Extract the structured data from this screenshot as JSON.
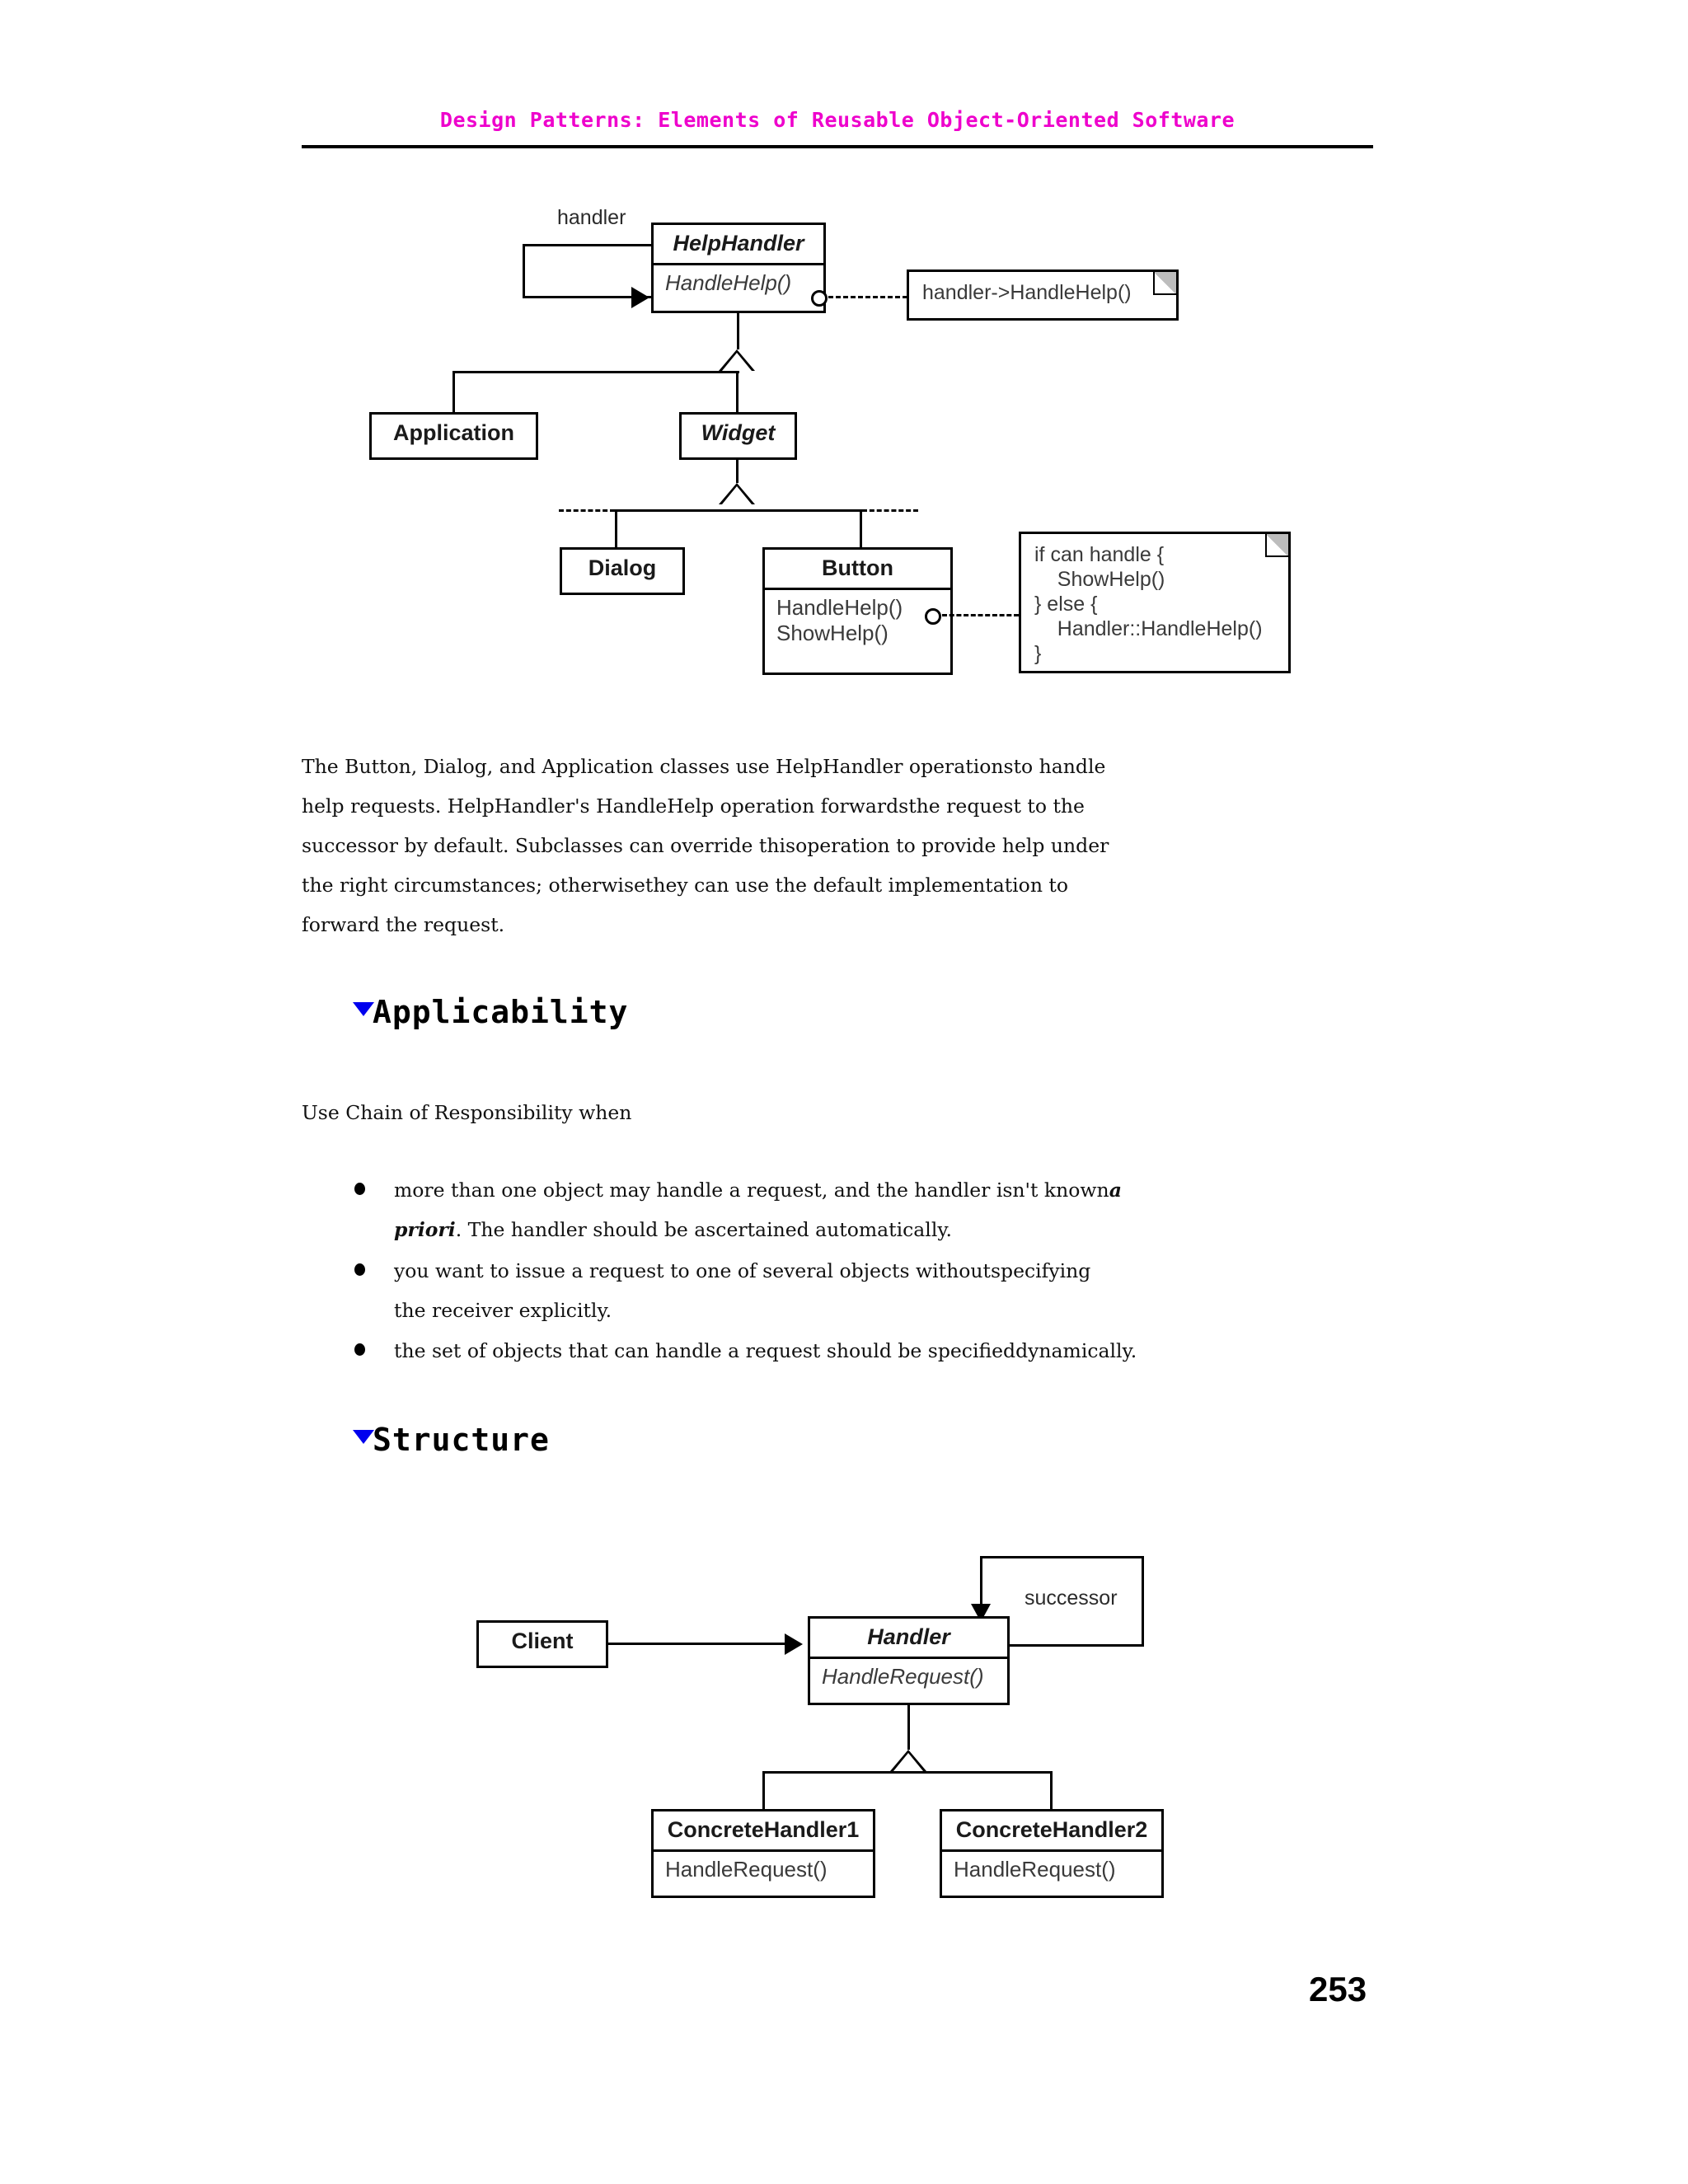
{
  "header": {
    "title": "Design Patterns: Elements of Reusable Object-Oriented Software"
  },
  "diagram_help": {
    "association_label": "handler",
    "classes": {
      "helphandler": {
        "name": "HelpHandler",
        "operations": [
          "HandleHelp()"
        ]
      },
      "application": {
        "name": "Application"
      },
      "widget": {
        "name": "Widget"
      },
      "dialog": {
        "name": "Dialog"
      },
      "button": {
        "name": "Button",
        "operations": [
          "HandleHelp()",
          "ShowHelp()"
        ]
      }
    },
    "notes": {
      "forward": [
        "handler->HandleHelp()"
      ],
      "button_code": [
        "if can handle {",
        "    ShowHelp()",
        "} else {",
        "    Handler::HandleHelp()",
        "}"
      ]
    }
  },
  "body": {
    "paragraph_lines": [
      "The Button, Dialog, and Application classes use HelpHandler operationsto handle",
      "help requests. HelpHandler's HandleHelp operation forwardsthe request to the",
      "successor by default. Subclasses can override thisoperation to provide help under",
      "the right circumstances; otherwisethey can use the default implementation to",
      "forward the request."
    ]
  },
  "applicability": {
    "heading": "Applicability",
    "intro": "Use Chain of Responsibility when",
    "bullets": [
      {
        "lines": [
          {
            "text": "more than one object may handle a request, and the handler isn't known",
            "emph": "a"
          },
          {
            "emph": "priori",
            "text": ". The handler should be ascertained automatically."
          }
        ]
      },
      {
        "lines": [
          {
            "text": "you want to issue a request to one of several objects withoutspecifying"
          },
          {
            "text": "the receiver explicitly."
          }
        ]
      },
      {
        "lines": [
          {
            "text": "the set of objects that can handle a request should be specifieddynamically."
          }
        ]
      }
    ]
  },
  "structure": {
    "heading": "Structure",
    "diagram": {
      "association_label": "successor",
      "classes": {
        "client": {
          "name": "Client"
        },
        "handler": {
          "name": "Handler",
          "operations": [
            "HandleRequest()"
          ]
        },
        "concrete1": {
          "name": "ConcreteHandler1",
          "operations": [
            "HandleRequest()"
          ]
        },
        "concrete2": {
          "name": "ConcreteHandler2",
          "operations": [
            "HandleRequest()"
          ]
        }
      }
    }
  },
  "footer": {
    "page_number": "253"
  },
  "colors": {
    "header_accent": "#ee00cc",
    "marker": "#0000ee",
    "ink": "#000000"
  }
}
